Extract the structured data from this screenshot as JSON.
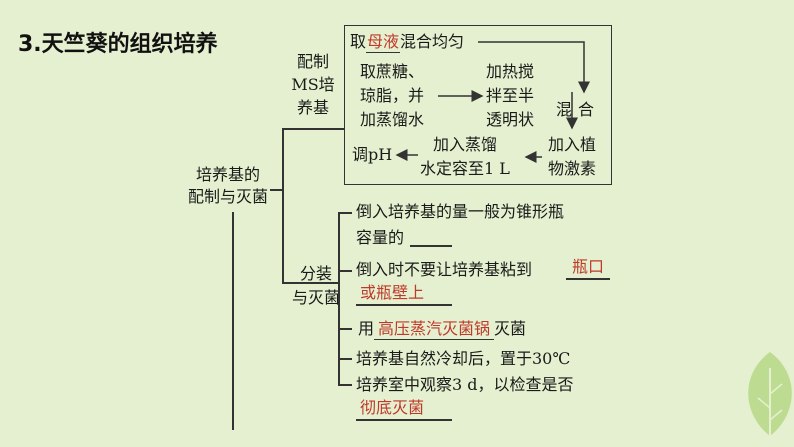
{
  "title": "3.天竺葵的组织培养",
  "root": {
    "line1": "培养基的",
    "line2": "配制与灭菌"
  },
  "branch1": {
    "label_line1": "配制",
    "label_line2": "MS培",
    "label_line3": "养基",
    "step1_prefix": "取",
    "step1_answer": "母液",
    "step1_suffix": "混合均匀",
    "step2_line1": "取蔗糖、",
    "step2_line2": "琼脂，并",
    "step2_line3": "加蒸馏水",
    "step3_line1": "加热搅",
    "step3_line2": "拌至半",
    "step3_line3": "透明状",
    "mix_label_a": "混",
    "mix_label_b": "合",
    "step4_line1": "加入植",
    "step4_line2": "物激素",
    "step5_line1": "加入蒸馏",
    "step5_line2": "水定容至1 L",
    "step6": "调pH"
  },
  "branch2": {
    "label_line1": "分装",
    "label_line2": "与灭菌",
    "item1_line1": "倒入培养基的量一般为锥形瓶",
    "item1_line2": "容量的",
    "item2_line1": "倒入时不要让培养基粘到",
    "item2_answer1": "瓶口",
    "item2_answer2": "或瓶壁上",
    "item3_prefix": "用",
    "item3_answer": "高压蒸汽灭菌锅",
    "item3_suffix": "灭菌",
    "item4": "培养基自然冷却后，置于30℃",
    "item5": "培养室中观察3 d，以检查是否",
    "item5_answer": "彻底灭菌"
  },
  "colors": {
    "background": "#e4f0cf",
    "answer": "#c0392b",
    "leaf": "#b9d98a"
  },
  "icons": {
    "decoration": "leaf-icon"
  }
}
